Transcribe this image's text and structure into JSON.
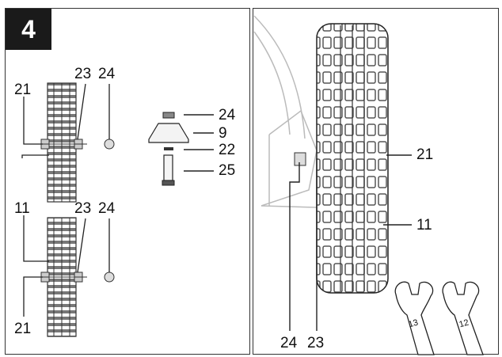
{
  "step": "4",
  "labels": {
    "p21": "21",
    "p23": "23",
    "p24": "24",
    "p11": "11",
    "p9": "9",
    "p22": "22",
    "p25": "25",
    "w13": "13",
    "w12": "12"
  }
}
